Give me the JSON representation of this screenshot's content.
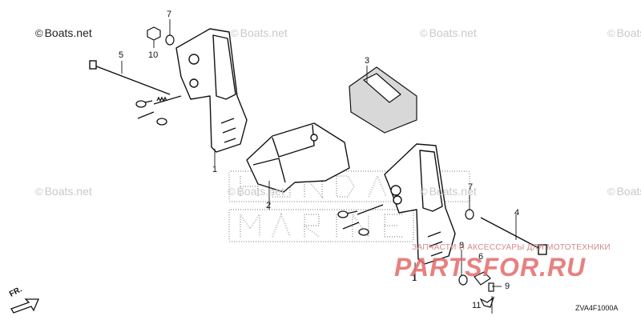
{
  "watermarks": {
    "boats": "Boats.net",
    "copyright_symbol": "©",
    "brand_ru_text": "ЗАПЧАСТИ И АКСЕССУАРЫ ДЛЯ МОТОТЕХНИКИ",
    "brand_ru_logo": "PARTSFOR.RU"
  },
  "callouts": {
    "c1a": "1",
    "c1b": "1",
    "c2": "2",
    "c3": "3",
    "c4": "4",
    "c5": "5",
    "c6": "6",
    "c7a": "7",
    "c7b": "7",
    "c8": "8",
    "c9": "9",
    "c10": "10",
    "c11": "11"
  },
  "diagram_code": "ZVA4F1000A",
  "direction_label": "FR.",
  "colors": {
    "line": "#111111",
    "watermark": "#c9c9c9",
    "brand_red": "#e46b6b",
    "foam": "#d8d8d8"
  }
}
